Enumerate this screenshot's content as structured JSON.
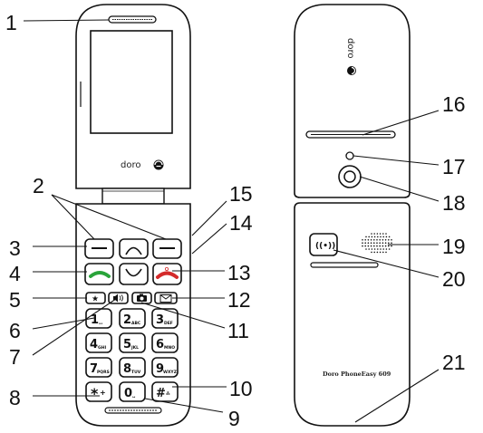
{
  "front": {
    "brand": "doro",
    "keys": {
      "num1": {
        "main": "1",
        "sub": "ₒₒ"
      },
      "num2": {
        "main": "2",
        "sub": "ABC"
      },
      "num3": {
        "main": "3",
        "sub": "DEF"
      },
      "num4": {
        "main": "4",
        "sub": "GHI"
      },
      "num5": {
        "main": "5",
        "sub": "JKL"
      },
      "num6": {
        "main": "6",
        "sub": "MNO"
      },
      "num7": {
        "main": "7",
        "sub": "PQRS"
      },
      "num8": {
        "main": "8",
        "sub": "TUV"
      },
      "num9": {
        "main": "9",
        "sub": "WXYZ"
      },
      "star": {
        "main": "*",
        "sub": "+"
      },
      "zero": {
        "main": "0",
        "sub": "␣"
      },
      "hash": {
        "main": "#",
        "sub": "⁂"
      },
      "fav": "★"
    }
  },
  "back": {
    "brand": "doro",
    "model": "Doro PhoneEasy 609"
  },
  "callouts": [
    "1",
    "2",
    "3",
    "4",
    "5",
    "6",
    "7",
    "8",
    "9",
    "10",
    "11",
    "12",
    "13",
    "14",
    "15",
    "16",
    "17",
    "18",
    "19",
    "20",
    "21"
  ]
}
